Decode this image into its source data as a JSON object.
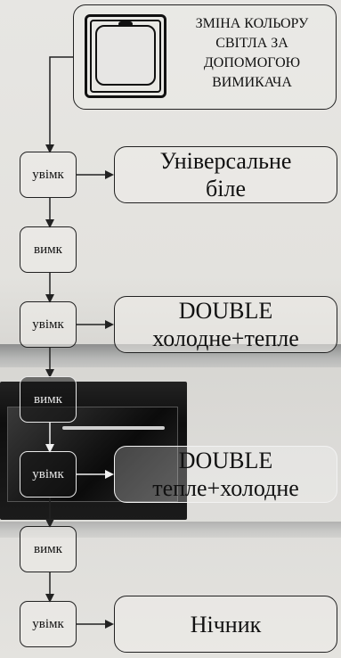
{
  "header": {
    "title_lines": [
      "ЗМІНА КОЛЬОРУ",
      "СВІТЛА ЗА",
      "ДОПОМОГОЮ",
      "ВИМИКАЧА"
    ]
  },
  "steps": [
    {
      "state": "увімк",
      "mode": [
        "Універсальне",
        "біле"
      ]
    },
    {
      "state": "вимк"
    },
    {
      "state": "увімк",
      "mode": [
        "DOUBLE",
        "холодне+тепле"
      ]
    },
    {
      "state": "вимк"
    },
    {
      "state": "увімк",
      "mode": [
        "DOUBLE",
        "теплe+холодне"
      ]
    },
    {
      "state": "вимк"
    },
    {
      "state": "увімк",
      "mode": [
        "Нічник"
      ]
    }
  ],
  "colors": {
    "line": "#222222",
    "line_on_dark": "#f2f2f2"
  },
  "icons": [
    "switch-icon"
  ]
}
